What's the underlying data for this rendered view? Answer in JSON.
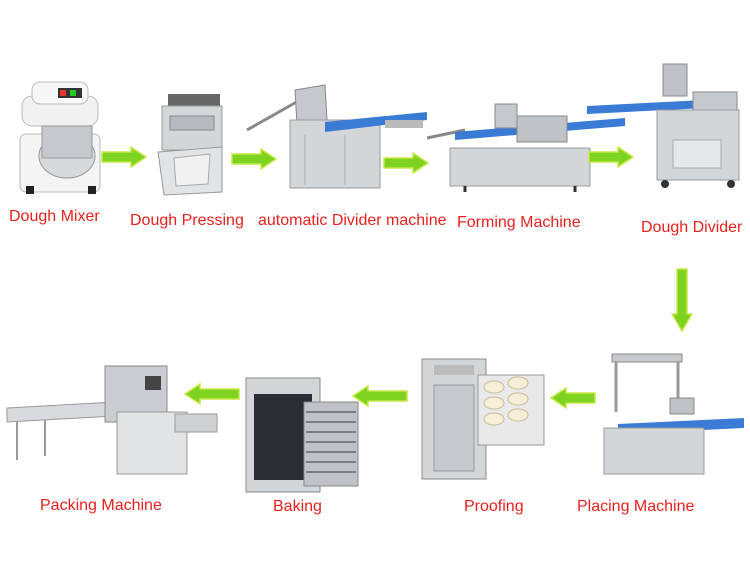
{
  "steps": [
    {
      "label": "Dough Mixer"
    },
    {
      "label": "Dough Pressing"
    },
    {
      "label": "automatic Divider machine"
    },
    {
      "label": "Forming Machine"
    },
    {
      "label": "Dough Divider"
    },
    {
      "label": "Placing Machine"
    },
    {
      "label": "Proofing"
    },
    {
      "label": "Baking"
    },
    {
      "label": "Packing Machine"
    }
  ],
  "colors": {
    "label": "#e8211d",
    "arrow_fill": "#7ed321",
    "arrow_stroke": "#c8e84a",
    "steel": "#c9ccd0",
    "conveyor": "#3a7bd5"
  },
  "flow": [
    "right",
    "right",
    "right",
    "right",
    "down",
    "left",
    "left",
    "left"
  ]
}
